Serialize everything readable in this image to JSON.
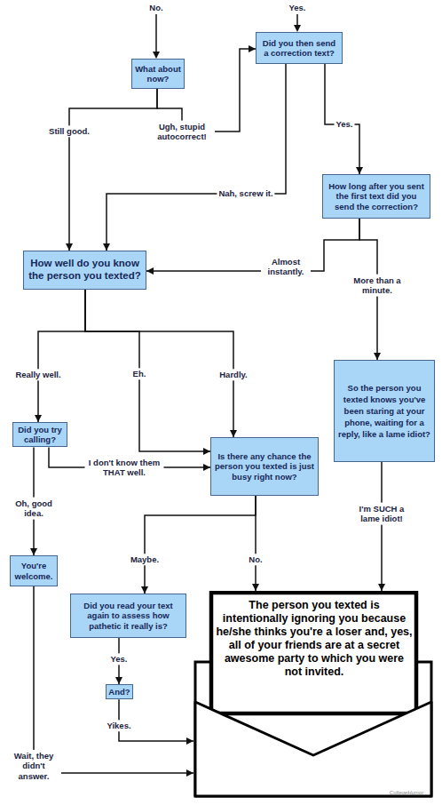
{
  "diagram": {
    "nodes": [
      {
        "text": [
          "What about now?"
        ]
      },
      {
        "text": [
          "Did you then send a correction text?"
        ]
      },
      {
        "text": [
          "How long after you sent the first text did you send the correction?"
        ]
      },
      {
        "text": [
          "How well do you know the person you texted?"
        ]
      },
      {
        "text": [
          "Did you try calling?"
        ]
      },
      {
        "text": [
          "Is there any chance the person you texted is just busy right now?"
        ]
      },
      {
        "text": [
          "So the person you texted knows you've been staring at your phone, waiting for a reply, like a lame idiot?"
        ]
      },
      {
        "text": [
          "You're welcome."
        ]
      },
      {
        "text": [
          "Did you read your text again to assess how pathetic it really is?"
        ]
      },
      {
        "text": [
          "And?"
        ]
      },
      {
        "text": [
          "The person you texted is intentionally ignoring you because he/she thinks you're a loser and, yes, all of your friends are at a secret awesome party to which you were not invited."
        ]
      }
    ],
    "edges": [
      {
        "from": 0,
        "to": 3,
        "label": "Still good.",
        "arrow": "to"
      },
      {
        "from": 0,
        "to": 1,
        "label": "Ugh, stupid autocorrect!",
        "arrow": "to"
      },
      {
        "from": 1,
        "to": 2,
        "label": "Yes.",
        "arrow": "to"
      },
      {
        "from": 1,
        "to": 3,
        "label": "Nah, screw it.",
        "arrow": "to"
      },
      {
        "from": 2,
        "to": 3,
        "label": "Almost instantly.",
        "arrow": "to"
      },
      {
        "from": 2,
        "to": 6,
        "label": "More than a minute.",
        "arrow": "to"
      },
      {
        "from": 3,
        "to": 4,
        "label": "Really well.",
        "arrow": "to"
      },
      {
        "from": 3,
        "to": 5,
        "label": "Eh.",
        "arrow": "to"
      },
      {
        "from": 3,
        "to": 5,
        "label": "Hardly.",
        "arrow": "to"
      },
      {
        "from": 4,
        "to": 5,
        "label": "I don't know them THAT well.",
        "arrow": "to"
      },
      {
        "from": 4,
        "to": 7,
        "label": "Oh, good idea.",
        "arrow": "to"
      },
      {
        "from": 5,
        "to": 8,
        "label": "Maybe.",
        "arrow": "to"
      },
      {
        "from": 5,
        "to": 10,
        "label": "No.",
        "arrow": "to"
      },
      {
        "from": 6,
        "to": 10,
        "label": "I'm SUCH a lame idiot!",
        "arrow": "to"
      },
      {
        "from": 7,
        "to": 10,
        "label": "Wait, they didn't answer.",
        "arrow": "to"
      },
      {
        "from": 8,
        "to": 9,
        "label": "Yes.",
        "arrow": "to"
      },
      {
        "from": 9,
        "to": 10,
        "label": "Yikes.",
        "arrow": "to"
      }
    ],
    "labels": [
      "No.",
      "Yes.",
      "CollegeHumor"
    ]
  }
}
